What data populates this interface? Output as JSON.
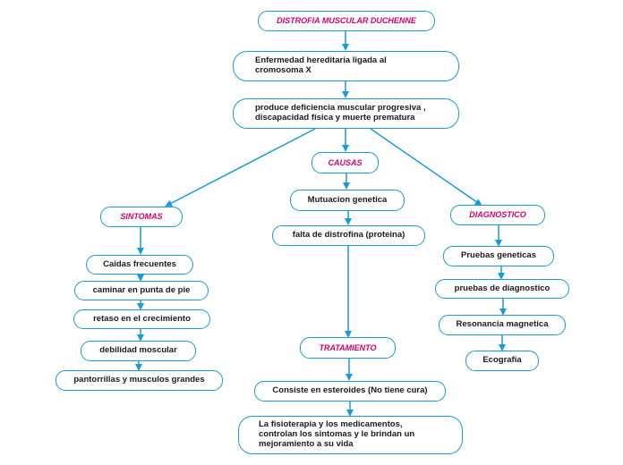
{
  "diagram": {
    "title": "DISTROFIA MUSCULAR DUCHENNE",
    "definition": "Enfermedad hereditaria ligada al cromosoma X",
    "effect": "produce deficiencia muscular progresiva , discapacidad física y muerte prematura",
    "causas": {
      "heading": "CAUSAS",
      "items": [
        "Mutuacion genetica",
        "falta de distrofina (proteina)"
      ]
    },
    "sintomas": {
      "heading": "SINTOMAS",
      "items": [
        "Caidas frecuentes",
        "caminar en punta de pie",
        "retaso en el crecimiento",
        "debilidad moscular",
        "pantorrillas y musculos grandes"
      ]
    },
    "diagnostico": {
      "heading": "DIAGNOSTICO",
      "items": [
        "Pruebas geneticas",
        "pruebas de diagnostico",
        "Resonancia magnetica",
        "Ecografia"
      ]
    },
    "tratamiento": {
      "heading": "TRATAMIENTO",
      "items": [
        "Consiste en esteroides (No tiene cura)",
        "La fisioterapia y los medicamentos, controlan los sintomas y le brindan un mejoramiento a su vida"
      ]
    },
    "colors": {
      "border": "#1a9ad6",
      "connector": "#1a9ad6",
      "heading_text": "#d6006e",
      "body_text": "#1a1a1a"
    }
  }
}
